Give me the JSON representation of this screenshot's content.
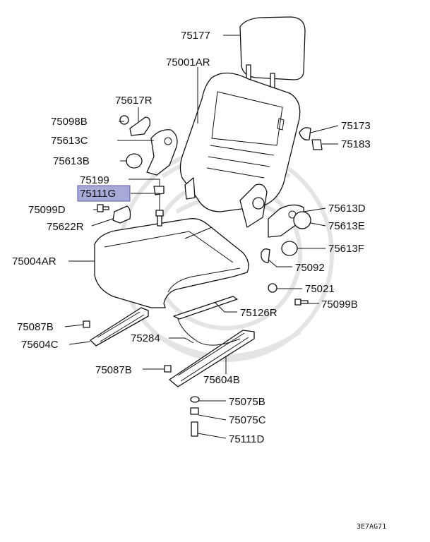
{
  "callouts": [
    {
      "id": "c-75177",
      "text": "75177"
    },
    {
      "id": "c-75001ar",
      "text": "75001AR"
    },
    {
      "id": "c-75617r",
      "text": "75617R"
    },
    {
      "id": "c-75098b",
      "text": "75098B"
    },
    {
      "id": "c-75613c",
      "text": "75613C"
    },
    {
      "id": "c-75613b",
      "text": "75613B"
    },
    {
      "id": "c-75199",
      "text": "75199"
    },
    {
      "id": "c-75111g",
      "text": "75111G",
      "highlighted": true
    },
    {
      "id": "c-75099d",
      "text": "75099D"
    },
    {
      "id": "c-75622r",
      "text": "75622R"
    },
    {
      "id": "c-75004ar",
      "text": "75004AR"
    },
    {
      "id": "c-75173",
      "text": "75173"
    },
    {
      "id": "c-75183",
      "text": "75183"
    },
    {
      "id": "c-75613d",
      "text": "75613D"
    },
    {
      "id": "c-75613e",
      "text": "75613E"
    },
    {
      "id": "c-75613f",
      "text": "75613F"
    },
    {
      "id": "c-75092",
      "text": "75092"
    },
    {
      "id": "c-75021",
      "text": "75021"
    },
    {
      "id": "c-75099b",
      "text": "75099B"
    },
    {
      "id": "c-75126r",
      "text": "75126R"
    },
    {
      "id": "c-75087b-1",
      "text": "75087B"
    },
    {
      "id": "c-75604c",
      "text": "75604C"
    },
    {
      "id": "c-75284",
      "text": "75284"
    },
    {
      "id": "c-75087b-2",
      "text": "75087B"
    },
    {
      "id": "c-75604b",
      "text": "75604B"
    },
    {
      "id": "c-75075b",
      "text": "75075B"
    },
    {
      "id": "c-75075c",
      "text": "75075C"
    },
    {
      "id": "c-75111d",
      "text": "75111D"
    }
  ],
  "diagram_code": "3E7AG71",
  "colors": {
    "highlight_fill": "#a7a9d6",
    "highlight_border": "#5a5c9c",
    "line": "#111111",
    "watermark": "#e4e4e4"
  }
}
